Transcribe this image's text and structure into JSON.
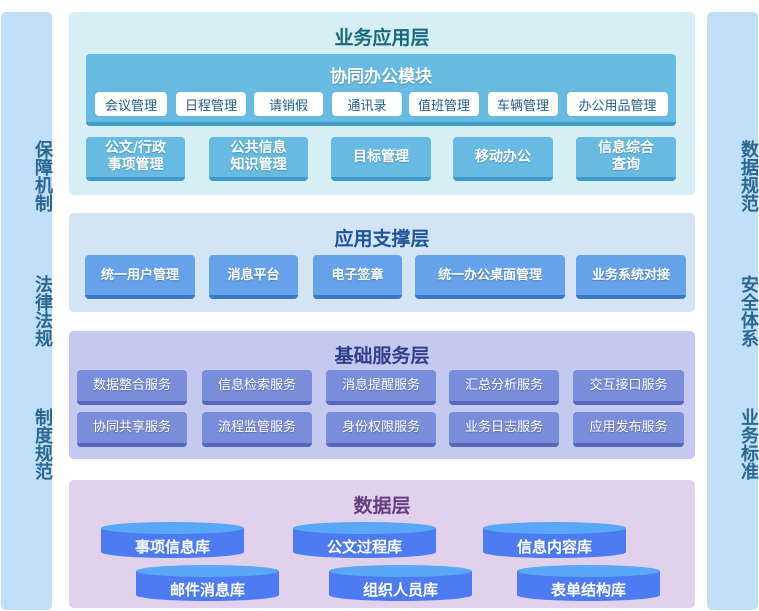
{
  "left_sidebar": [
    "保障机制",
    "法律法规",
    "制度规范"
  ],
  "right_sidebar": [
    "数据规范",
    "安全体系",
    "业务标准"
  ],
  "business_layer": {
    "title": "业务应用层",
    "module_title": "协同办公模块",
    "module_items": [
      "会议管理",
      "日程管理",
      "请销假",
      "通讯录",
      "值班管理",
      "车辆管理",
      "办公用品管理"
    ],
    "items": [
      "公文/行政\n事项管理",
      "公共信息\n知识管理",
      "目标管理",
      "移动办公",
      "信息综合\n查询"
    ]
  },
  "support_layer": {
    "title": "应用支撑层",
    "items": [
      "统一用户管理",
      "消息平台",
      "电子签章",
      "统一办公桌面管理",
      "业务系统对接"
    ]
  },
  "service_layer": {
    "title": "基础服务层",
    "items": [
      "数据整合服务",
      "信息检索服务",
      "消息提醒服务",
      "汇总分析服务",
      "交互接口服务",
      "协同共享服务",
      "流程监管服务",
      "身份权限服务",
      "业务日志服务",
      "应用发布服务"
    ]
  },
  "data_layer": {
    "title": "数据层",
    "databases": [
      "事项信息库",
      "公文过程库",
      "信息内容库",
      "邮件消息库",
      "组织人员库",
      "表单结构库"
    ]
  },
  "colors": {
    "business_bg": "#d5eff4",
    "support_bg": "#d3e5f5",
    "service_bg": "#c3c9ef",
    "data_bg": "#e1d1ed"
  }
}
